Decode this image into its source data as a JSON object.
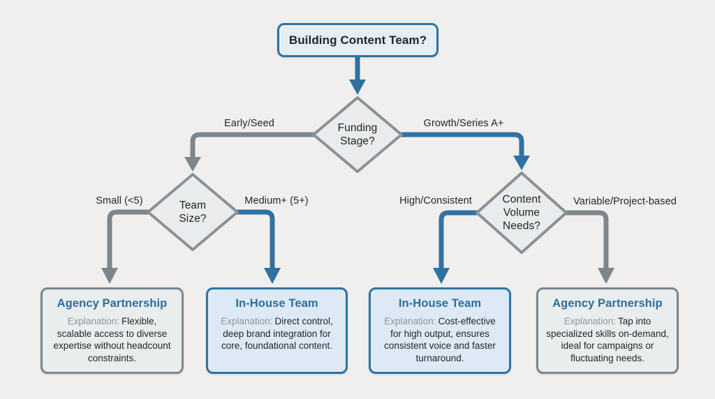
{
  "colors": {
    "background": "#f0efed",
    "blue": "#2f72a1",
    "gray": "#7d868c",
    "diamond_fill": "#e9ebec",
    "diamond_stroke": "#8a9196",
    "root_fill": "#e6eef5",
    "agency_fill": "#eaedee",
    "inhouse_fill": "#ddeaf5",
    "title_blue": "#2e6d9e",
    "text_dark": "#212629",
    "exp_gray": "#8d959b"
  },
  "root": {
    "label": "Building Content Team?"
  },
  "decisions": {
    "funding": {
      "label": "Funding Stage?"
    },
    "team_size": {
      "label": "Team Size?"
    },
    "content_volume": {
      "label": "Content Volume Needs?"
    }
  },
  "edges": {
    "early_seed": "Early/Seed",
    "growth_series": "Growth/Series A+",
    "small": "Small (<5)",
    "medium": "Medium+ (5+)",
    "high_consistent": "High/Consistent",
    "variable_project": "Variable/Project-based"
  },
  "outcomes": [
    {
      "title": "Agency Partnership",
      "explanation_label": "Explanation:",
      "text": "Flexible, scalable access to diverse expertise without headcount constraints.",
      "variant": "agency"
    },
    {
      "title": "In-House Team",
      "explanation_label": "Explanation:",
      "text": "Direct control, deep brand integration for core, foundational content.",
      "variant": "inhouse"
    },
    {
      "title": "In-House Team",
      "explanation_label": "Explanation:",
      "text": "Cost-effective for high output, ensures consistent voice and faster turnaround.",
      "variant": "inhouse"
    },
    {
      "title": "Agency Partnership",
      "explanation_label": "Explanation:",
      "text": "Tap into specialized skills on-demand, ideal for campaigns or fluctuating needs.",
      "variant": "agency"
    }
  ]
}
